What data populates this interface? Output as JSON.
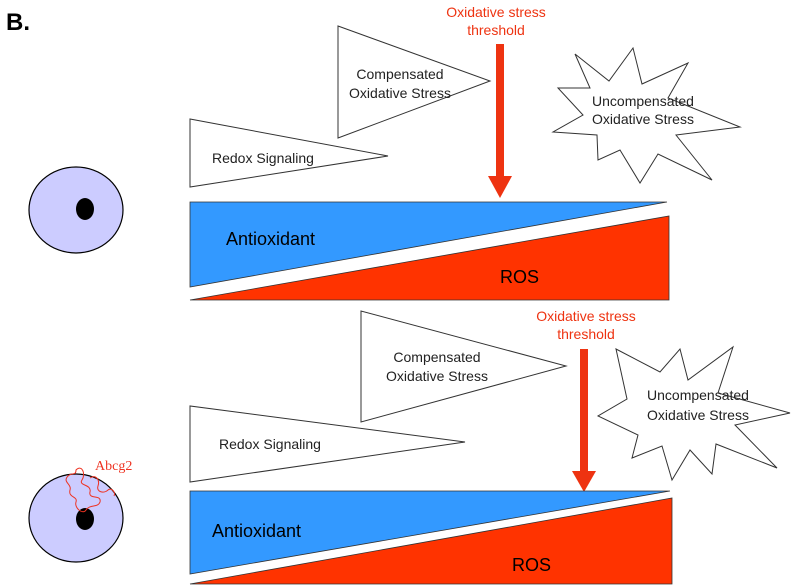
{
  "panel_label": "B.",
  "colors": {
    "antioxidant": "#3399ff",
    "ros": "#ff3300",
    "threshold": "#ee3311",
    "cell_fill": "#ccccff",
    "nucleus": "#000000",
    "gene": "#ee3322"
  },
  "top": {
    "threshold_line1": "Oxidative stress",
    "threshold_line2": "threshold",
    "compensated_line1": "Compensated",
    "compensated_line2": "Oxidative Stress",
    "redox": "Redox Signaling",
    "uncompensated_line1": "Uncompensated",
    "uncompensated_line2": "Oxidative Stress",
    "antioxidant": "Antioxidant",
    "ros": "ROS"
  },
  "bottom": {
    "threshold_line1": "Oxidative stress",
    "threshold_line2": "threshold",
    "compensated_line1": "Compensated",
    "compensated_line2": "Oxidative Stress",
    "redox": "Redox Signaling",
    "uncompensated_line1": "Uncompensated",
    "uncompensated_line2": "Oxidative Stress",
    "antioxidant": "Antioxidant",
    "ros": "ROS",
    "gene_label": "Abcg2"
  }
}
